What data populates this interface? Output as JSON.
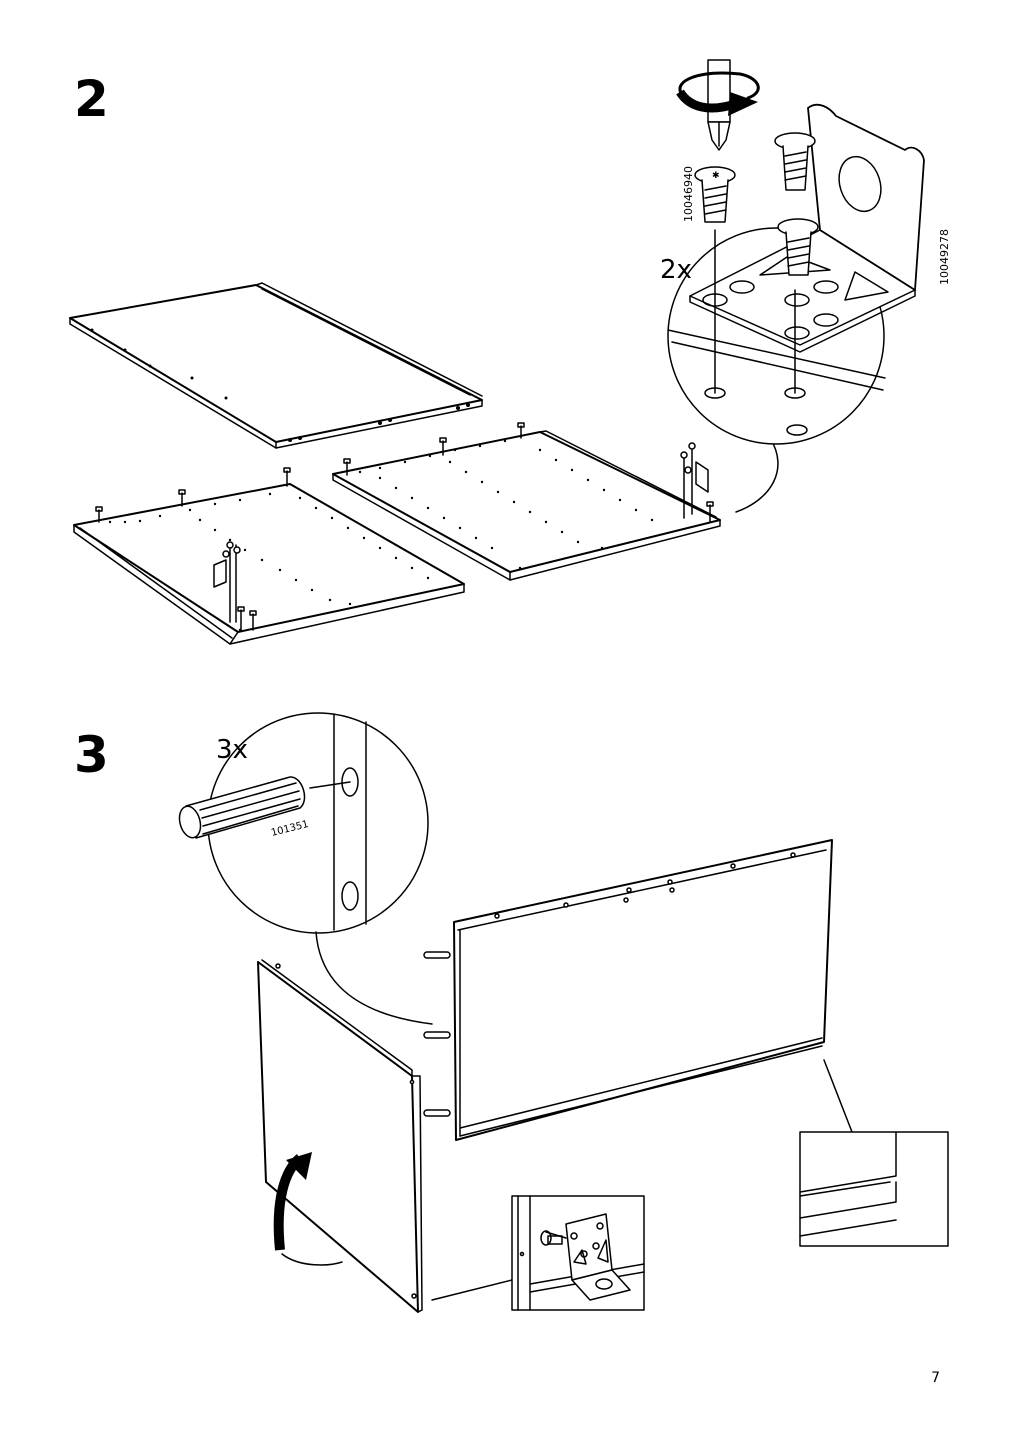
{
  "steps": [
    {
      "number": "2",
      "quantity": "2x",
      "part_numbers": [
        "10046940",
        "10049278"
      ]
    },
    {
      "number": "3",
      "quantity": "3x",
      "part_numbers": [
        "101351"
      ]
    }
  ],
  "page_number": "7"
}
